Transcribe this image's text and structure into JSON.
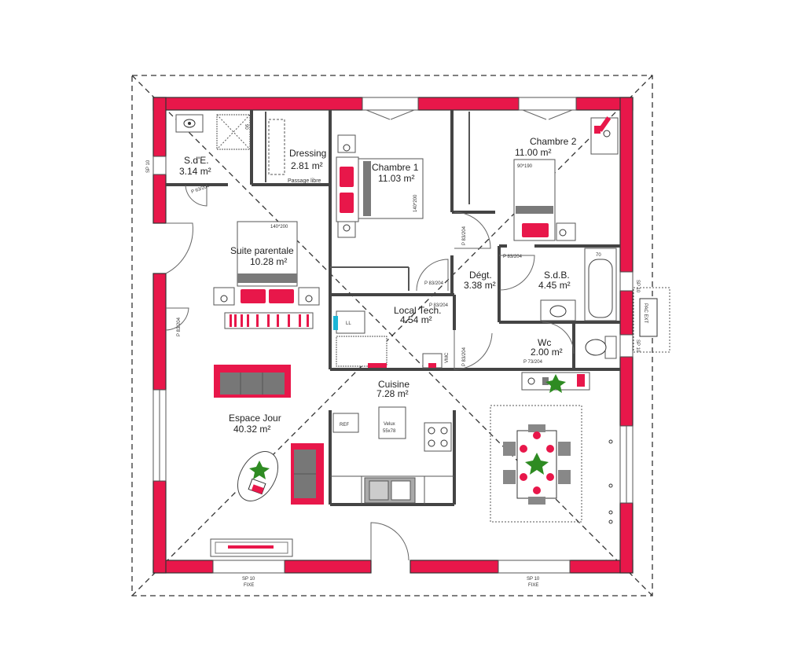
{
  "rooms": {
    "sde": {
      "name": "S.d'E.",
      "area": "3.14 m²"
    },
    "dressing": {
      "name": "Dressing",
      "area": "2.81 m²",
      "note": "Passage libre"
    },
    "chambre1": {
      "name": "Chambre 1",
      "area": "11.03 m²",
      "bed": "140*200"
    },
    "chambre2": {
      "name": "Chambre 2",
      "area": "11.00 m²",
      "bed": "90*190"
    },
    "suite": {
      "name": "Suite parentale",
      "area": "10.28 m²",
      "bed": "140*200"
    },
    "degt": {
      "name": "Dégt.",
      "area": "3.38 m²"
    },
    "sdb": {
      "name": "S.d.B.",
      "area": "4.45 m²"
    },
    "local": {
      "name": "Local Tech.",
      "area": "4.54 m²"
    },
    "wc": {
      "name": "Wc",
      "area": "2.00 m²"
    },
    "cuisine": {
      "name": "Cuisine",
      "area": "7.28 m²"
    },
    "espace": {
      "name": "Espace Jour",
      "area": "40.32 m²"
    }
  },
  "fixtures": {
    "ref": "REF",
    "velux": "Velux",
    "velux_size": "55x78",
    "ll": "LL",
    "vmc": "VMC",
    "bath": "70",
    "shower": "90"
  },
  "doors": {
    "p83a": "P 83/204",
    "p83b": "P 83/204",
    "p83c": "P 83/204",
    "p83d": "P 83/204",
    "p83e": "P 83/204",
    "p83f": "P 83/204",
    "p63": "P 63/204",
    "p73": "P 73/204"
  },
  "windows": {
    "sp10_left": "SP 10",
    "sp10_right_top": "SP 10",
    "sp10_right_bot": "SP 10",
    "pacext": "PAC EXT",
    "bottom_left": "SP 10",
    "bottom_left_fixe": "FIXE",
    "bottom_right": "SP 10",
    "bottom_right_fixe": "FIXE"
  }
}
